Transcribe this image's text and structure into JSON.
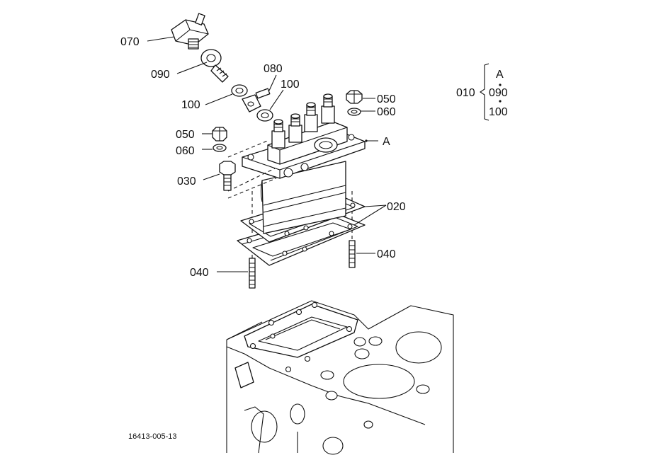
{
  "figure_code": "16413-005-13",
  "part_labels": {
    "p070": "070",
    "p090": "090",
    "p080": "080",
    "p100_left": "100",
    "p100_right": "100",
    "p050_right": "050",
    "p060_right": "060",
    "p050_left": "050",
    "p060_left": "060",
    "p030": "030",
    "p020": "020",
    "p040_right": "040",
    "p040_left": "040",
    "ref_a": "A"
  },
  "assembly_key": {
    "group": "010",
    "items": [
      "A",
      "090",
      "100"
    ]
  }
}
